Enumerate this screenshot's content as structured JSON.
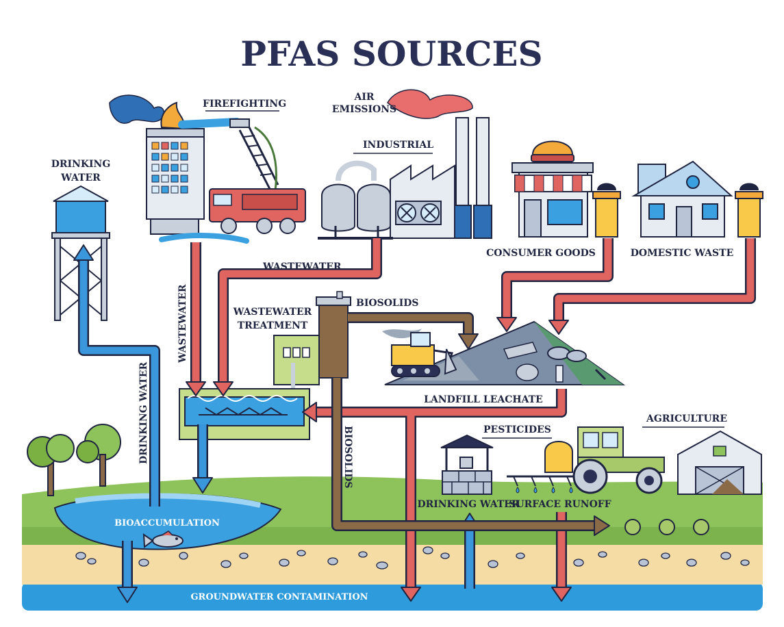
{
  "title": "PFAS SOURCES",
  "labels": {
    "firefighting": "FIREFIGHTING",
    "air_emissions_1": "AIR",
    "air_emissions_2": "EMISSIONS",
    "industrial": "INDUSTRIAL",
    "drinking_water_tower_1": "DRINKING",
    "drinking_water_tower_2": "WATER",
    "consumer_goods": "CONSUMER GOODS",
    "domestic_waste": "DOMESTIC WASTE",
    "wastewater_industrial": "WASTEWATER",
    "wastewater_vertical": "WASTEWATER",
    "wastewater_treatment_1": "WASTEWATER",
    "wastewater_treatment_2": "TREATMENT",
    "biosolids_top": "BIOSOLIDS",
    "biosolids_vertical": "BIOSOLIDS",
    "drinking_water_vertical": "DRINKING WATER",
    "landfill_leachate": "LANDFILL LEACHATE",
    "pesticides": "PESTICIDES",
    "agriculture": "AGRICULTURE",
    "drinking_water_well": "DRINKING WATER",
    "surface_runoff": "SURFACE RUNOFF",
    "bioaccumulation": "BIOACCUMULATION",
    "groundwater": "GROUNDWATER CONTAMINATION"
  },
  "colors": {
    "title": "#2a2f55",
    "outline": "#1f2440",
    "pfas_arrow": "#e06560",
    "water_arrow": "#3b97db",
    "biosolids_arrow": "#8b6a48",
    "groundwater": "#2e9bdc",
    "sand": "#f5dca5",
    "grass": "#8dc35a",
    "smoke_red": "#e86e6e",
    "smoke_blue": "#2e6fb5"
  }
}
